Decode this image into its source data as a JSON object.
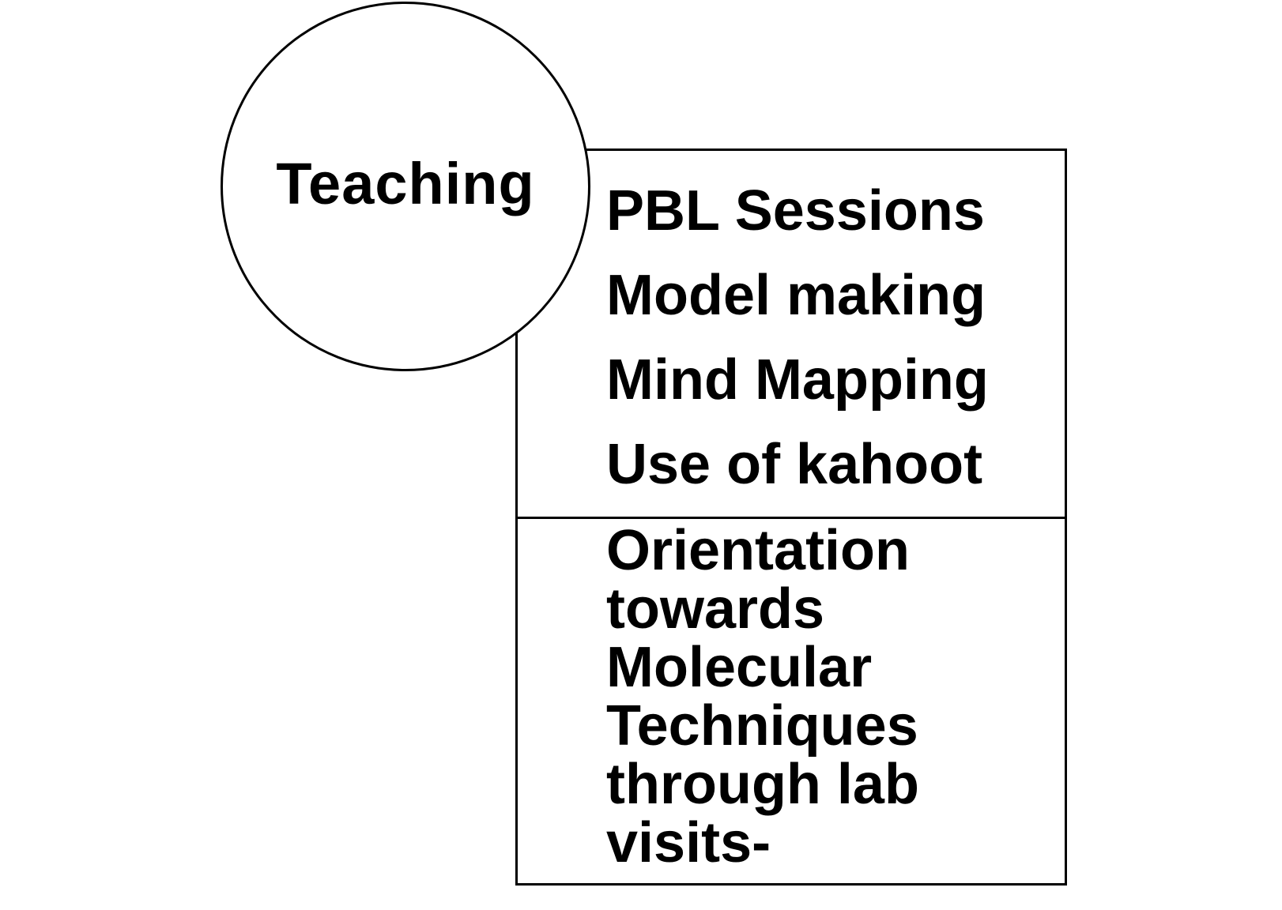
{
  "diagram": {
    "circle_label": "Teaching",
    "top_box_items": [
      "PBL Sessions",
      "Model making",
      "Mind Mapping",
      "Use of  kahoot"
    ],
    "bottom_box_text": "Orientation\ntowards\nMolecular\nTechniques\nthrough  lab\nvisits-"
  }
}
